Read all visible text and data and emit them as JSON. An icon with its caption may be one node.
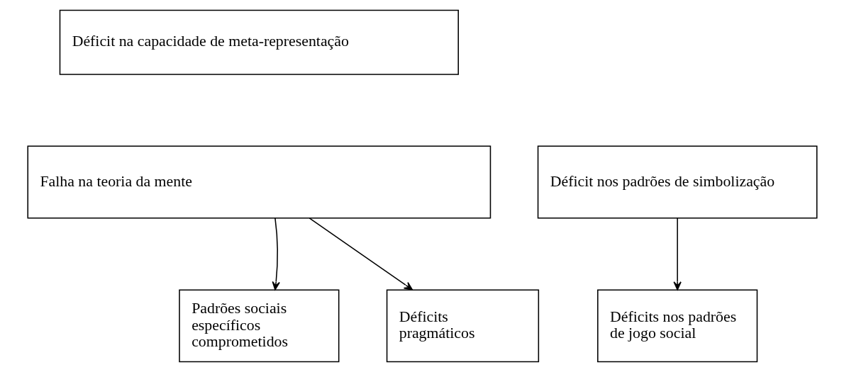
{
  "diagram": {
    "nodes": [
      {
        "text": [
          "Déficit na capacidade de meta-representação"
        ]
      },
      {
        "text": [
          "Falha na teoria da mente"
        ]
      },
      {
        "text": [
          "Déficit nos padrões de simbolização"
        ]
      },
      {
        "text": [
          "Padrões sociais específicos comprometidos"
        ]
      },
      {
        "text": [
          "Déficits pragmáticos"
        ]
      },
      {
        "text": [
          "Déficits nos padrões de jogo social"
        ]
      }
    ],
    "edges": [
      {
        "from": 1,
        "to": 3,
        "arrow": "to"
      },
      {
        "from": 1,
        "to": 4,
        "arrow": "to"
      },
      {
        "from": 2,
        "to": 5,
        "arrow": "to"
      }
    ]
  }
}
